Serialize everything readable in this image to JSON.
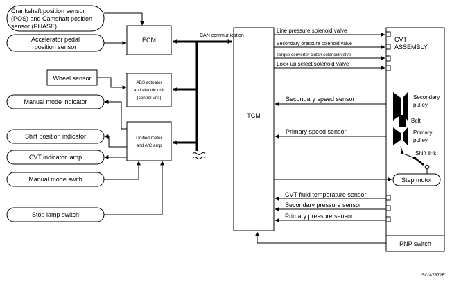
{
  "inputs": {
    "crank_cam_sensor": [
      "Crankshaft position sensor",
      "(POS) and Camshaft position",
      "sensor (PHASE)"
    ],
    "accelerator_sensor": [
      "Accelerator pedal",
      "position sensor"
    ],
    "wheel_sensor": "Wheel sensor",
    "manual_mode_indicator": "Manual mode indicator",
    "shift_position_indicator": "Shift position indicator",
    "cvt_indicator_lamp": "CVT  indicator lamp",
    "manual_mode_switch": "Manual mode swith",
    "stop_lamp_switch": "Stop lamp switch"
  },
  "units": {
    "ecm": "ECM",
    "abs": [
      "ABS actuator",
      "and electric unit",
      "(control unit)"
    ],
    "meter": [
      "Unified meter",
      "and A/C amp"
    ],
    "tcm": "TCM"
  },
  "can_label": "CAN communication",
  "cvt_assembly": {
    "title": [
      "CVT",
      "ASSEMBLY"
    ],
    "solenoids": [
      "Line pressure solenoid valve",
      "Secondary pressure solenoid valve",
      "Torque converter clutch solenoid valve",
      "Lock-up select solenoid valve"
    ],
    "speed_sensors": [
      "Secondary speed sensor",
      "Primary speed sensor"
    ],
    "pulleys": {
      "secondary": [
        "Secondary",
        "pulley"
      ],
      "belt": "Belt",
      "primary": [
        "Primary",
        "pulley"
      ],
      "shift_link": "Shift link"
    },
    "step_motor": "Step motor",
    "lower_sensors": [
      "CVT fluid temperature sensor",
      "Secondary pressure sensor",
      "Primary pressure sensor"
    ],
    "pnp_switch": "PNP switch"
  },
  "figure_id": "SCIA7872E"
}
